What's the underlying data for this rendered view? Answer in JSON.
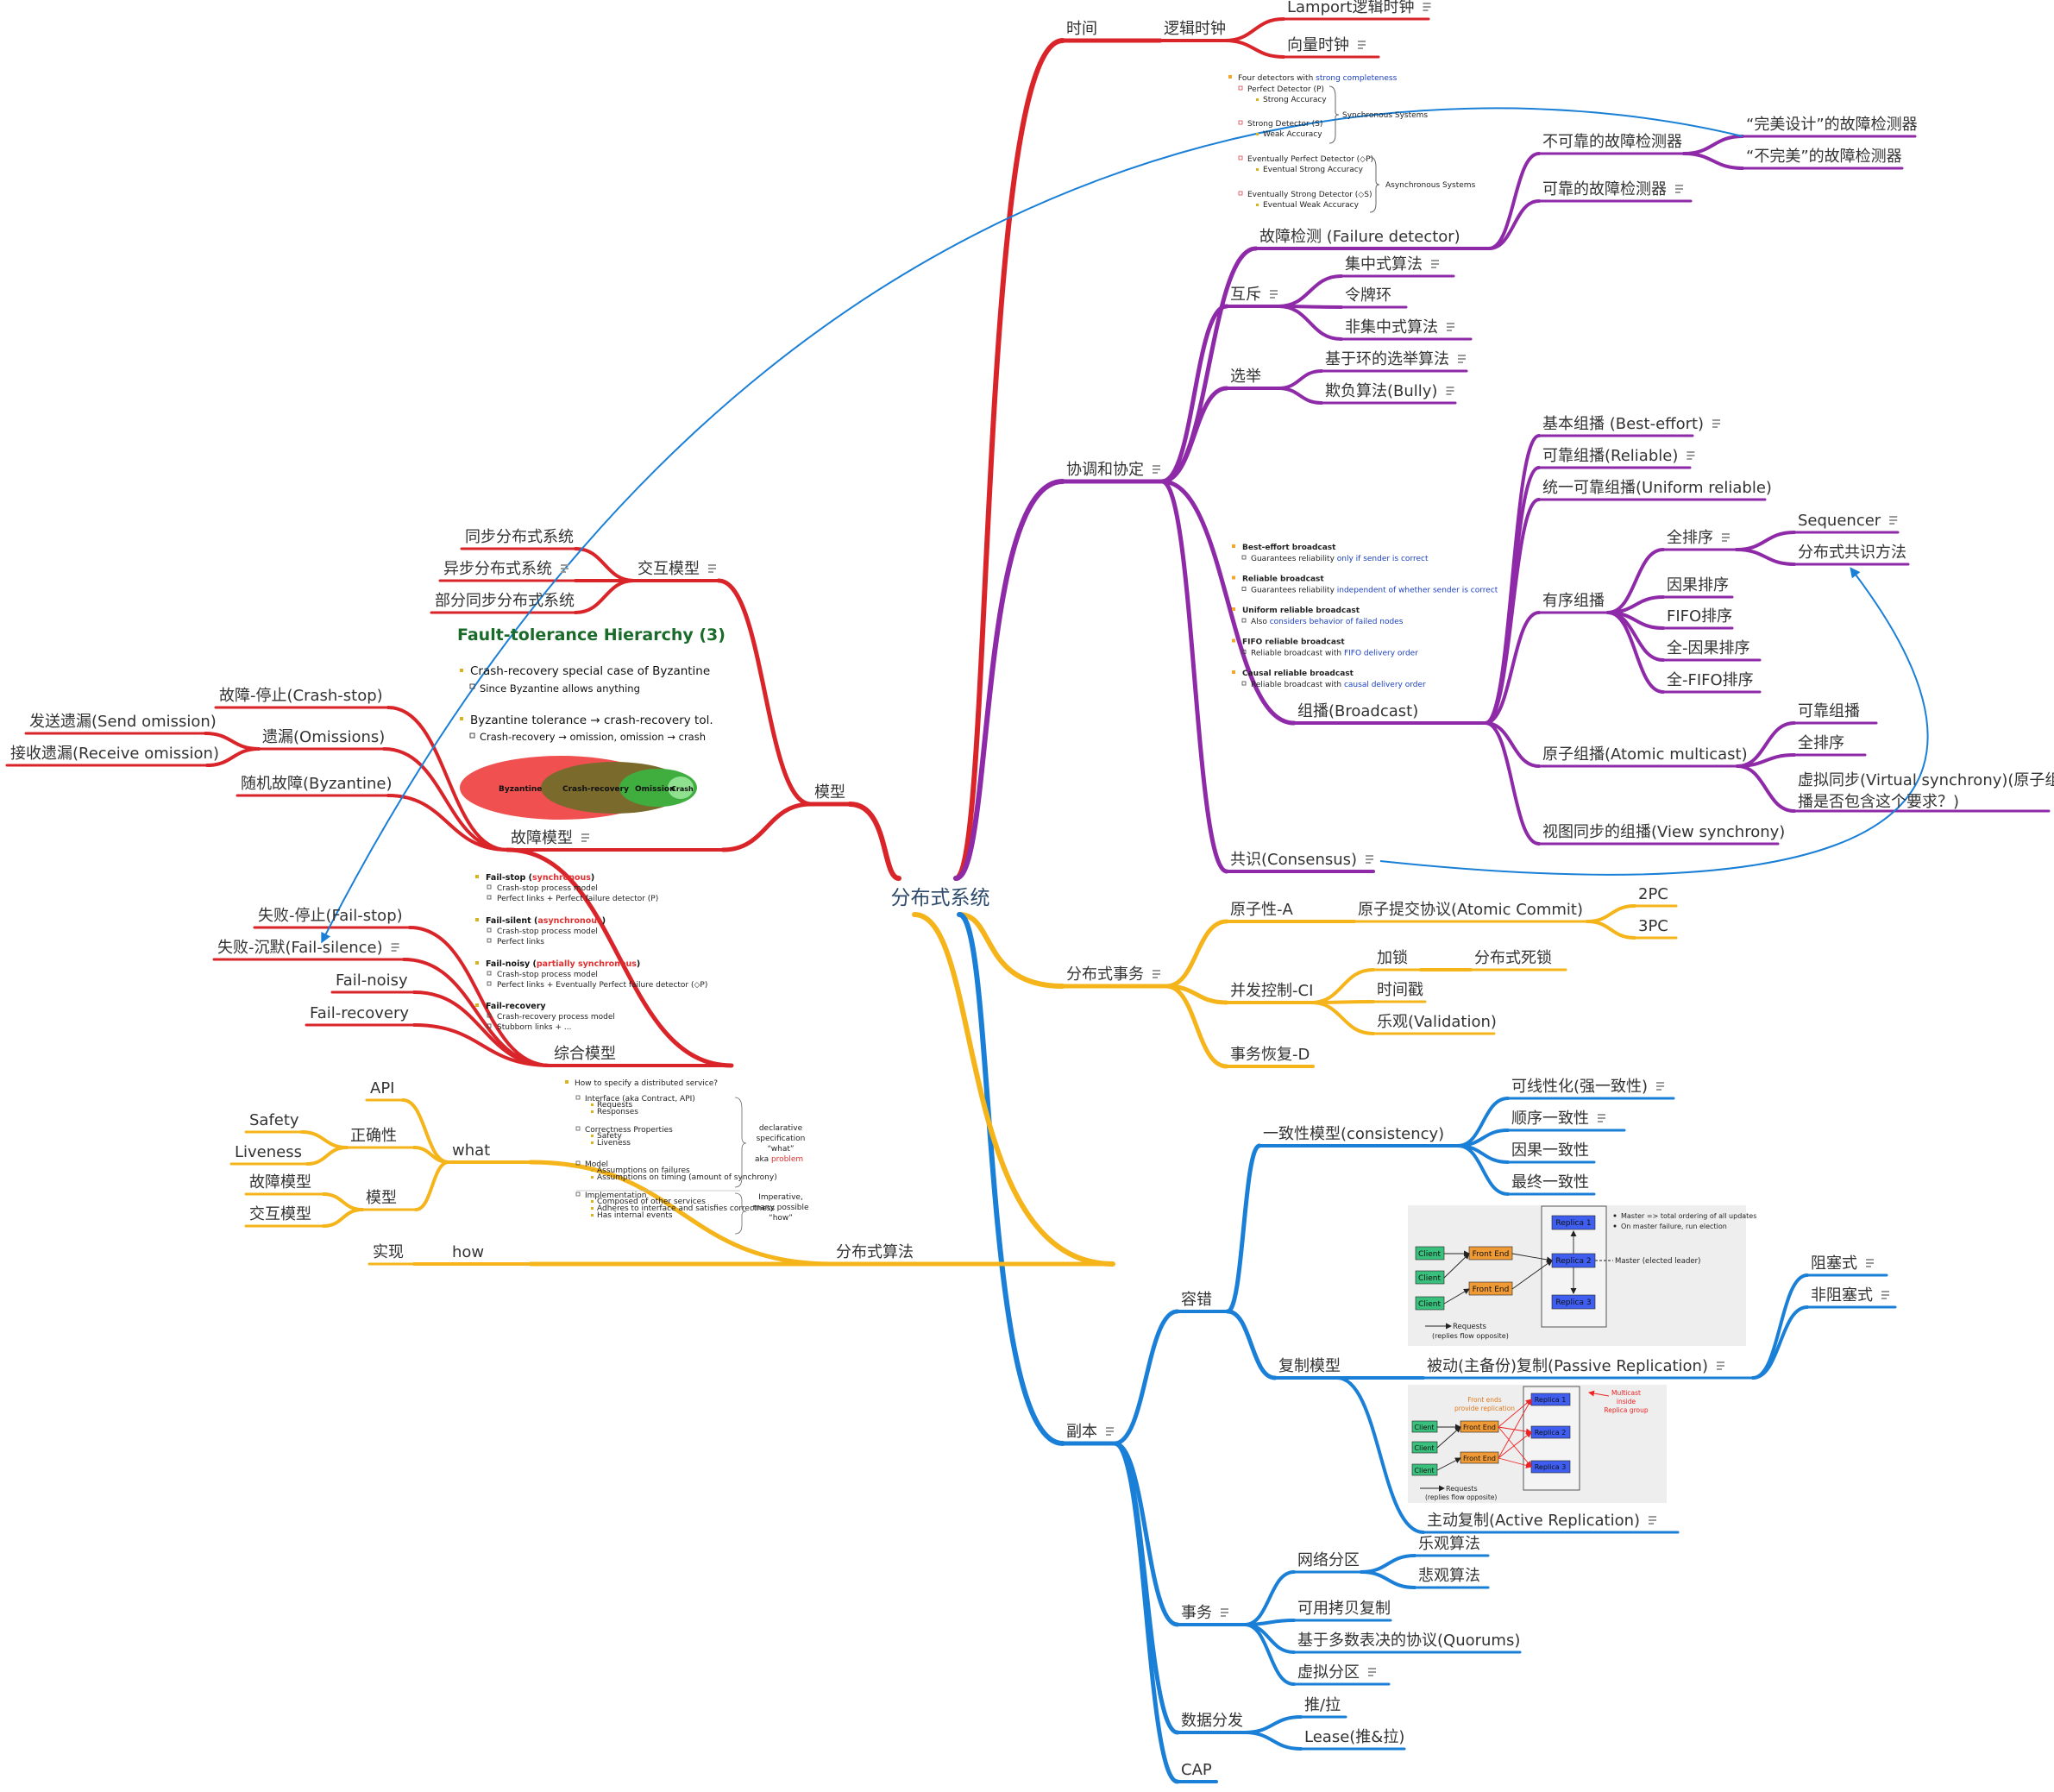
{
  "root": "分布式系统",
  "colors": {
    "time": "#d9252a",
    "coord": "#8e2aa8",
    "tx": "#f4b41a",
    "rep": "#1a7fd6",
    "model": "#d9252a",
    "algo": "#f4b41a",
    "link": "#1a7fd6"
  },
  "nodes": [
    {
      "id": "time",
      "label": "时间"
    },
    {
      "id": "logical",
      "label": "逻辑时钟"
    },
    {
      "id": "lamport",
      "label": "Lamport逻辑时钟",
      "note": true
    },
    {
      "id": "vector",
      "label": "向量时钟",
      "note": true
    },
    {
      "id": "coord",
      "label": "协调和协定",
      "note": true
    },
    {
      "id": "fd",
      "label": "故障检测 (Failure detector)"
    },
    {
      "id": "unreliable-fd",
      "label": "不可靠的故障检测器"
    },
    {
      "id": "perfect-fd",
      "label": "“完美设计”的故障检测器"
    },
    {
      "id": "imperfect-fd",
      "label": "“不完美”的故障检测器"
    },
    {
      "id": "reliable-fd",
      "label": "可靠的故障检测器",
      "note": true
    },
    {
      "id": "mutex",
      "label": "互斥",
      "note": true
    },
    {
      "id": "central",
      "label": "集中式算法",
      "note": true
    },
    {
      "id": "token",
      "label": "令牌环"
    },
    {
      "id": "decentral",
      "label": "非集中式算法",
      "note": true
    },
    {
      "id": "election",
      "label": "选举"
    },
    {
      "id": "ring-election",
      "label": "基于环的选举算法",
      "note": true
    },
    {
      "id": "bully",
      "label": "欺负算法(Bully)",
      "note": true
    },
    {
      "id": "broadcast",
      "label": "组播(Broadcast)"
    },
    {
      "id": "best-effort",
      "label": "基本组播 (Best-effort)",
      "note": true
    },
    {
      "id": "reliable-bc",
      "label": "可靠组播(Reliable)",
      "note": true
    },
    {
      "id": "uniform",
      "label": "统一可靠组播(Uniform reliable)"
    },
    {
      "id": "ordered",
      "label": "有序组播"
    },
    {
      "id": "total",
      "label": "全排序",
      "note": true
    },
    {
      "id": "sequencer",
      "label": "Sequencer",
      "note": true
    },
    {
      "id": "dist-consensus",
      "label": "分布式共识方法"
    },
    {
      "id": "causal",
      "label": "因果排序"
    },
    {
      "id": "fifo",
      "label": "FIFO排序"
    },
    {
      "id": "total-causal",
      "label": "全-因果排序"
    },
    {
      "id": "total-fifo",
      "label": "全-FIFO排序"
    },
    {
      "id": "atomic-mc",
      "label": "原子组播(Atomic multicast)"
    },
    {
      "id": "am-reliable",
      "label": "可靠组播"
    },
    {
      "id": "am-total",
      "label": "全排序"
    },
    {
      "id": "virtual-sync",
      "label": "虚拟同步(Virtual synchrony)(原子组"
    },
    {
      "id": "virtual-sync-2",
      "label": "播是否包含这个要求？)"
    },
    {
      "id": "view-sync",
      "label": "视图同步的组播(View synchrony)"
    },
    {
      "id": "consensus",
      "label": "共识(Consensus)",
      "note": true
    },
    {
      "id": "tx",
      "label": "分布式事务",
      "note": true
    },
    {
      "id": "atomicity",
      "label": "原子性-A"
    },
    {
      "id": "acp",
      "label": "原子提交协议(Atomic Commit)"
    },
    {
      "id": "2pc",
      "label": "2PC"
    },
    {
      "id": "3pc",
      "label": "3PC"
    },
    {
      "id": "concurrency",
      "label": "并发控制-CI"
    },
    {
      "id": "locking",
      "label": "加锁"
    },
    {
      "id": "deadlock",
      "label": "分布式死锁"
    },
    {
      "id": "timestamp",
      "label": "时间戳"
    },
    {
      "id": "optimistic",
      "label": "乐观(Validation)"
    },
    {
      "id": "recovery",
      "label": "事务恢复-D"
    },
    {
      "id": "replica",
      "label": "副本",
      "note": true
    },
    {
      "id": "consistency",
      "label": "一致性模型(consistency)"
    },
    {
      "id": "linear",
      "label": "可线性化(强一致性)",
      "note": true
    },
    {
      "id": "sequential",
      "label": "顺序一致性",
      "note": true
    },
    {
      "id": "causal-cons",
      "label": "因果一致性"
    },
    {
      "id": "eventual",
      "label": "最终一致性"
    },
    {
      "id": "ft",
      "label": "容错"
    },
    {
      "id": "rep-model",
      "label": "复制模型"
    },
    {
      "id": "passive",
      "label": "被动(主备份)复制(Passive Replication)",
      "note": true
    },
    {
      "id": "blocking",
      "label": "阻塞式",
      "note": true
    },
    {
      "id": "nonblocking",
      "label": "非阻塞式",
      "note": true
    },
    {
      "id": "active",
      "label": "主动复制(Active Replication)",
      "note": true
    },
    {
      "id": "rep-tx",
      "label": "事务",
      "note": true
    },
    {
      "id": "partition",
      "label": "网络分区"
    },
    {
      "id": "opt-alg",
      "label": "乐观算法"
    },
    {
      "id": "pess-alg",
      "label": "悲观算法"
    },
    {
      "id": "available-copy",
      "label": "可用拷贝复制"
    },
    {
      "id": "quorum",
      "label": "基于多数表决的协议(Quorums)"
    },
    {
      "id": "virtual-part",
      "label": "虚拟分区",
      "note": true
    },
    {
      "id": "data-dist",
      "label": "数据分发"
    },
    {
      "id": "pushpull",
      "label": "推/拉"
    },
    {
      "id": "lease",
      "label": "Lease(推&拉)"
    },
    {
      "id": "cap",
      "label": "CAP"
    },
    {
      "id": "model",
      "label": "模型"
    },
    {
      "id": "interaction",
      "label": "交互模型",
      "note": true
    },
    {
      "id": "sync",
      "label": "同步分布式系统"
    },
    {
      "id": "async",
      "label": "异步分布式系统",
      "note": true
    },
    {
      "id": "partial-sync",
      "label": "部分同步分布式系统"
    },
    {
      "id": "failure-model",
      "label": "故障模型",
      "note": true
    },
    {
      "id": "crash-stop",
      "label": "故障-停止(Crash-stop)"
    },
    {
      "id": "omissions",
      "label": "遗漏(Omissions)"
    },
    {
      "id": "send-om",
      "label": "发送遗漏(Send omission)"
    },
    {
      "id": "recv-om",
      "label": "接收遗漏(Receive omission)"
    },
    {
      "id": "byzantine",
      "label": "随机故障(Byzantine)"
    },
    {
      "id": "combined",
      "label": "综合模型"
    },
    {
      "id": "fail-stop",
      "label": "失败-停止(Fail-stop)"
    },
    {
      "id": "fail-silence",
      "label": "失败-沉默(Fail-silence)",
      "note": true
    },
    {
      "id": "fail-noisy",
      "label": "Fail-noisy"
    },
    {
      "id": "fail-recovery",
      "label": "Fail-recovery"
    },
    {
      "id": "algo",
      "label": "分布式算法"
    },
    {
      "id": "what",
      "label": "what"
    },
    {
      "id": "api",
      "label": "API"
    },
    {
      "id": "correctness",
      "label": "正确性"
    },
    {
      "id": "safety",
      "label": "Safety"
    },
    {
      "id": "liveness",
      "label": "Liveness"
    },
    {
      "id": "model2",
      "label": "模型"
    },
    {
      "id": "fm2",
      "label": "故障模型"
    },
    {
      "id": "im2",
      "label": "交互模型"
    },
    {
      "id": "how",
      "label": "how"
    },
    {
      "id": "impl",
      "label": "实现"
    }
  ],
  "embeds": {
    "detectors": {
      "title_pre": "Four detectors with ",
      "title_hl": "strong completeness",
      "items": [
        {
          "name": "Perfect Detector (P)",
          "sub": "Strong Accuracy"
        },
        {
          "name": "Strong Detector (S)",
          "sub": "Weak Accuracy"
        },
        {
          "name": "Eventually Perfect Detector (◇P)",
          "sub": "Eventual Strong Accuracy"
        },
        {
          "name": "Eventually Strong Detector (◇S)",
          "sub": "Eventual Weak Accuracy"
        }
      ],
      "sync_label": "Synchronous Systems",
      "async_label": "Asynchronous Systems"
    },
    "broadcasts": [
      {
        "name": "Best-effort broadcast",
        "pre": "Guarantees reliability ",
        "hl": "only if sender is correct",
        "post": ""
      },
      {
        "name": "Reliable broadcast",
        "pre": "Guarantees reliability ",
        "hl": "independent of whether sender is correct",
        "post": ""
      },
      {
        "name": "Uniform reliable broadcast",
        "pre": "Also ",
        "hl": "considers behavior of failed nodes",
        "post": ""
      },
      {
        "name": "FIFO reliable broadcast",
        "pre": "Reliable broadcast with ",
        "hl": "FIFO delivery order",
        "post": ""
      },
      {
        "name": "Causal reliable broadcast",
        "pre": "Reliable broadcast with ",
        "hl": "causal delivery order",
        "post": ""
      }
    ],
    "hierarchy": {
      "title": "Fault-tolerance Hierarchy (3)",
      "b1": "Crash-recovery special case of Byzantine",
      "b1s": "Since Byzantine allows anything",
      "b2": "Byzantine tolerance → crash-recovery tol.",
      "b2s": "Crash-recovery → omission, omission → crash",
      "e1": "Byzantine",
      "e2": "Crash-recovery",
      "e3": "Omission",
      "e4": "Crash"
    },
    "failure_classes": [
      {
        "name": "Fail-stop",
        "paren": "synchronous",
        "lines": [
          "Crash-stop process model",
          "Perfect links + Perfect failure detector (P)"
        ]
      },
      {
        "name": "Fail-silent",
        "paren": "asynchronous",
        "lines": [
          "Crash-stop process model",
          "Perfect links"
        ]
      },
      {
        "name": "Fail-noisy",
        "paren": "partially synchronous",
        "lines": [
          "Crash-stop process model",
          "Perfect links + Eventually Perfect failure detector (◇P)"
        ]
      },
      {
        "name": "Fail-recovery",
        "paren": "",
        "lines": [
          "Crash-recovery process model",
          "Stubborn links + ..."
        ]
      }
    ],
    "spec": {
      "q": "How to specify a distributed service?",
      "groups": [
        {
          "h": "Interface (aka Contract, API)",
          "items": [
            "Requests",
            "Responses"
          ]
        },
        {
          "h": "Correctness Properties",
          "items": [
            "Safety",
            "Liveness"
          ]
        },
        {
          "h": "Model",
          "items": [
            "Assumptions on failures",
            "Assumptions on timing (amount of synchrony)"
          ]
        },
        {
          "h": "Implementation",
          "items": [
            "Composed of other services",
            "Adheres to interface and satisfies correctness",
            "Has internal events"
          ]
        }
      ],
      "r1": [
        "declarative",
        "specification"
      ],
      "r1q": "“what”",
      "r1a": "aka ",
      "r1b": "problem",
      "r2": [
        "Imperative,",
        "many possible"
      ],
      "r2q": "“how”"
    },
    "passive": {
      "client": "Client",
      "frontend": "Front End",
      "replica1": "Replica 1",
      "replica2": "Replica 2",
      "replica3": "Replica 3",
      "note1": "Master => total ordering of all updates",
      "note2": "On master failure, run election",
      "master": "Master (elected leader)",
      "req1": "Requests",
      "req2": "(replies flow opposite)"
    },
    "active": {
      "client": "Client",
      "frontend": "Front End",
      "replica1": "Replica 1",
      "replica2": "Replica 2",
      "replica3": "Replica 3",
      "fe1": "Front ends",
      "fe2": "provide replication",
      "mc1": "Multicast",
      "mc2": "inside",
      "mc3": "Replica group",
      "req1": "Requests",
      "req2": "(replies flow opposite)"
    }
  }
}
